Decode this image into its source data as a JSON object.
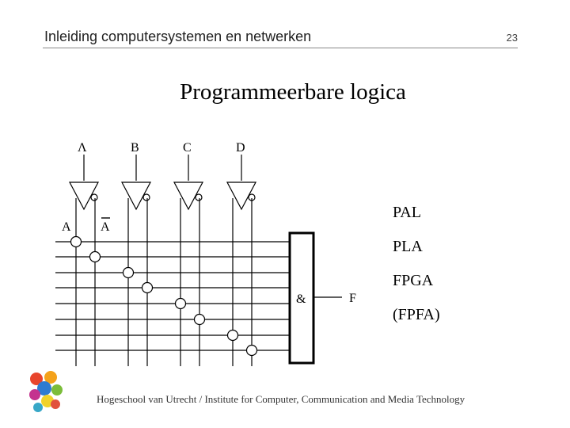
{
  "header": {
    "title": "Inleiding computersystemen en netwerken",
    "page_number": "23"
  },
  "slide_title": "Programmeerbare logica",
  "diagram": {
    "inputs": [
      "Λ",
      "B",
      "C",
      "D"
    ],
    "input_rail_labels": {
      "true": "A",
      "inverted": "A"
    },
    "and_gate_symbol": "&",
    "output_label": "F"
  },
  "terms": [
    "PAL",
    "PLA",
    "FPGA",
    "(FPFA)"
  ],
  "footer": {
    "text": "Hogeschool van Utrecht / Institute for Computer, Communication and Media Technology"
  }
}
